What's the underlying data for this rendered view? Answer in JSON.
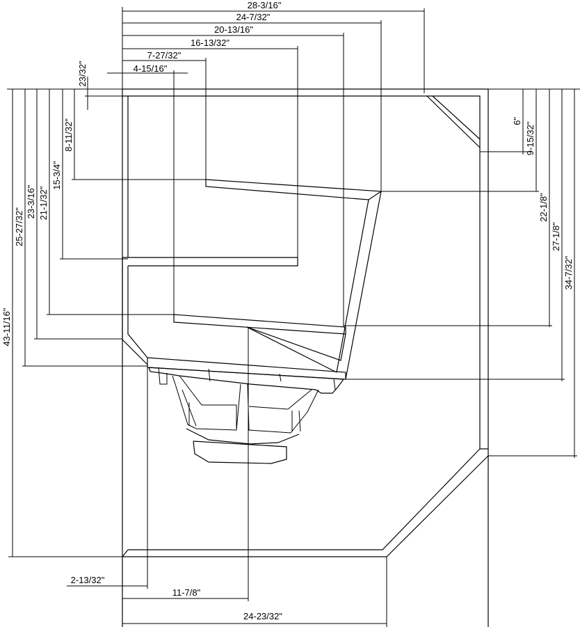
{
  "drawing": {
    "dims_top": {
      "d1": "28-3/16\"",
      "d2": "24-7/32\"",
      "d3": "20-13/16\"",
      "d4": "16-13/32\"",
      "d5": "7-27/32\"",
      "d6": "4-15/16\""
    },
    "dims_left": {
      "d1": "43-11/16\"",
      "d2": "25-27/32\"",
      "d3": "23-3/16\"",
      "d4": "21-1/32\"",
      "d5": "15-3/4\"",
      "d6": "8-11/32\"",
      "d7": "23/32\""
    },
    "dims_right": {
      "d1": "6\"",
      "d2": "9-15/32\"",
      "d3": "22-1/8\"",
      "d4": "27-1/8\"",
      "d5": "34-7/32\""
    },
    "dims_bottom": {
      "d1": "2-13/32\"",
      "d2": "11-7/8\"",
      "d3": "24-23/32\""
    }
  }
}
